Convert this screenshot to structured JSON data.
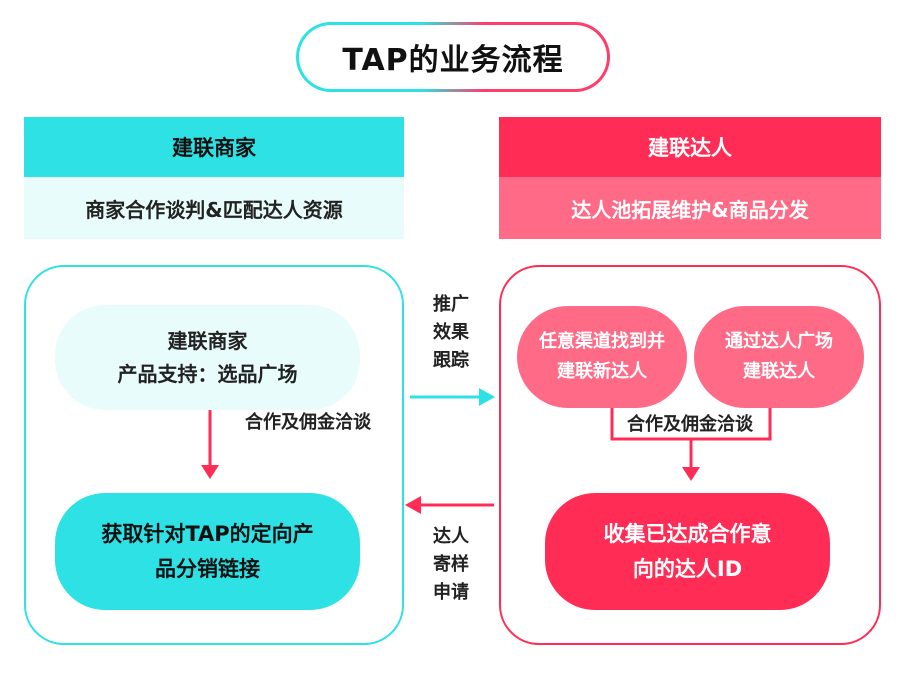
{
  "title": "TAP的业务流程",
  "left": {
    "header": "建联商家",
    "subheader": "商家合作谈判&匹配达人资源",
    "top_node": "建联商家\n产品支持：选品广场",
    "edge_label": "合作及佣金洽谈",
    "bottom_node": "获取针对TAP的定向产\n品分销链接"
  },
  "right": {
    "header": "建联达人",
    "subheader": "达人池拓展维护&商品分发",
    "node_channel": "任意渠道找到并\n建联新达人",
    "node_square": "通过达人广场\n建联达人",
    "edge_label": "合作及佣金洽谈",
    "bottom_node": "收集已达成合作意\n向的达人ID"
  },
  "middle": {
    "promo_label": "推广\n效果\n跟踪",
    "apply_label": "达人\n寄样\n申请"
  },
  "colors": {
    "cyan": "#2ee1e4",
    "cyan_light": "#e8fcfc",
    "red": "#ff2d55",
    "pink": "#ff6b86"
  }
}
